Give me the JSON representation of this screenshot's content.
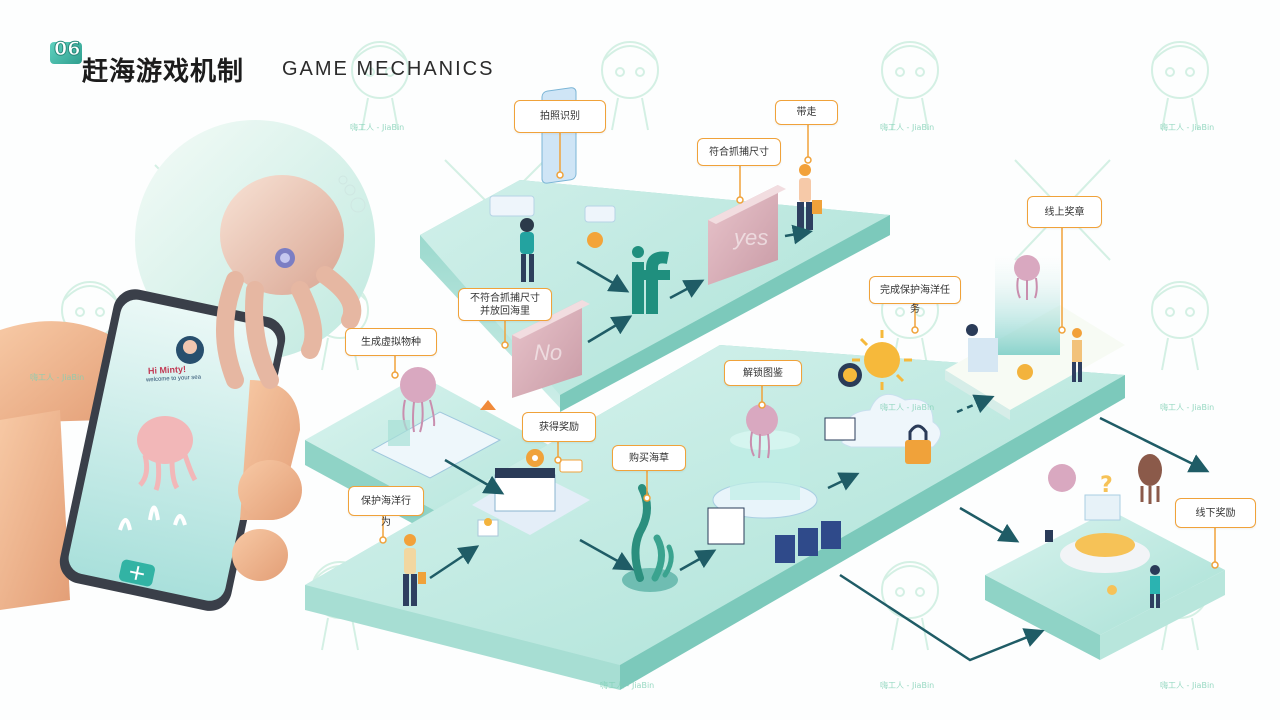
{
  "header": {
    "number": "06",
    "title": "赶海游戏机制",
    "subtitle": "GAME MECHANICS"
  },
  "phone": {
    "greeting": "Hi Minty!",
    "welcome": "welcome to your sea"
  },
  "panels": {
    "no": "No",
    "if": "if",
    "yes": "yes"
  },
  "callouts": {
    "photo": "拍照识别",
    "take_away": "带走",
    "meets_size": "符合抓捕尺寸",
    "not_meet_size": "不符合抓捕尺寸\n并放回海里",
    "generate": "生成虚拟物种",
    "unlock": "解锁图鉴",
    "complete": "完成保护海洋任务",
    "online_badge": "线上奖章",
    "get_reward": "获得奖励",
    "buy_seaweed": "购买海草",
    "protect": "保护海洋行为",
    "offline_reward": "线下奖励"
  },
  "watermark": "嗨工人 - JiaBin",
  "colors": {
    "platform_top": "#bfe9e1",
    "platform_side": "#8fd3c6",
    "arrow": "#1f5c66",
    "callout_border": "#f0a23a",
    "brand": "#2f9e8e"
  }
}
